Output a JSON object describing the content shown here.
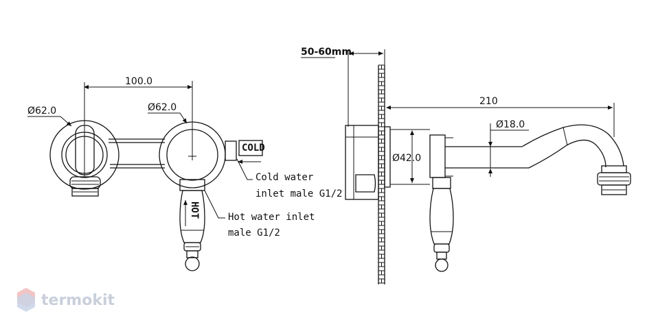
{
  "dimensions": {
    "spacing": "100.0",
    "cold_diameter": "Ø62.0",
    "hot_diameter": "Ø62.0",
    "wall_depth": "50-60mm",
    "spout_length": "210",
    "spout_diameter": "Ø18.0",
    "flange_diameter": "Ø42.0"
  },
  "labels": {
    "cold": "COLD",
    "hot": "HOT",
    "cold_inlet_line1": "Cold water",
    "cold_inlet_line2": "inlet male G1/2",
    "hot_inlet_line1": "Hot water inlet",
    "hot_inlet_line2": "male G1/2"
  },
  "watermark": {
    "text": "termokit"
  },
  "colors": {
    "line": "#111111",
    "watermark": "#c9d0db"
  }
}
